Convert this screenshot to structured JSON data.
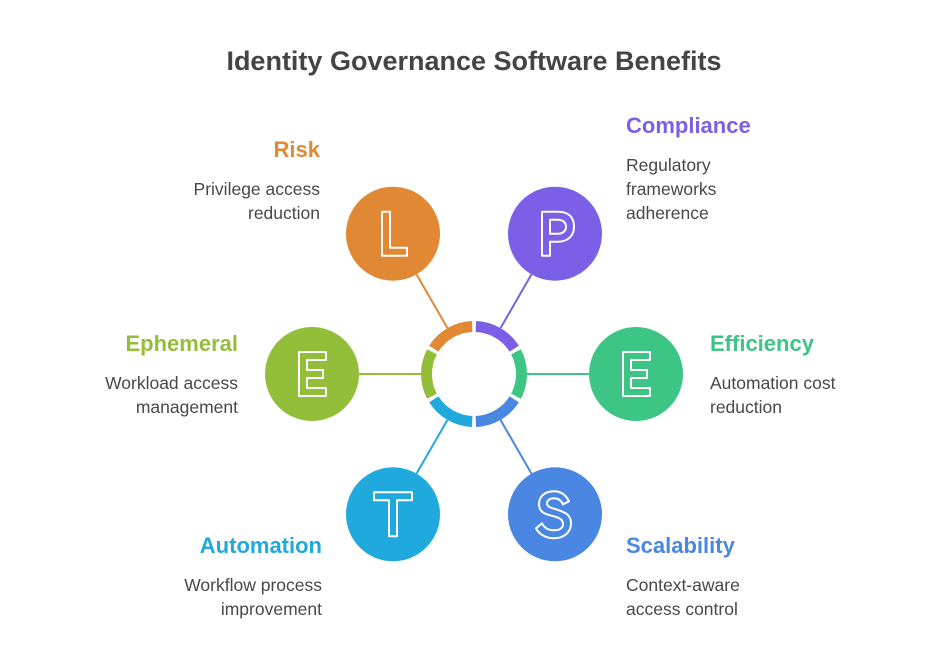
{
  "title": "Identity Governance Software Benefits",
  "items": [
    {
      "letter": "L",
      "heading": "Risk",
      "description_lines": [
        "Privilege access",
        "reduction"
      ],
      "color": "#E08833",
      "side": "left"
    },
    {
      "letter": "P",
      "heading": "Compliance",
      "description_lines": [
        "Regulatory",
        "frameworks",
        "adherence"
      ],
      "color": "#7B5FE6",
      "side": "right"
    },
    {
      "letter": "E",
      "heading": "Efficiency",
      "description_lines": [
        "Automation cost",
        "reduction"
      ],
      "color": "#3CC584",
      "side": "right"
    },
    {
      "letter": "S",
      "heading": "Scalability",
      "description_lines": [
        "Context-aware",
        "access control"
      ],
      "color": "#4A87E2",
      "side": "right"
    },
    {
      "letter": "T",
      "heading": "Automation",
      "description_lines": [
        "Workflow process",
        "improvement"
      ],
      "color": "#1FA9DC",
      "side": "left"
    },
    {
      "letter": "E",
      "heading": "Ephemeral",
      "description_lines": [
        "Workload access",
        "management"
      ],
      "color": "#93BE39",
      "side": "left"
    }
  ],
  "colors": {
    "title": "#444444",
    "description": "#484848",
    "background": "#FFFFFF"
  }
}
